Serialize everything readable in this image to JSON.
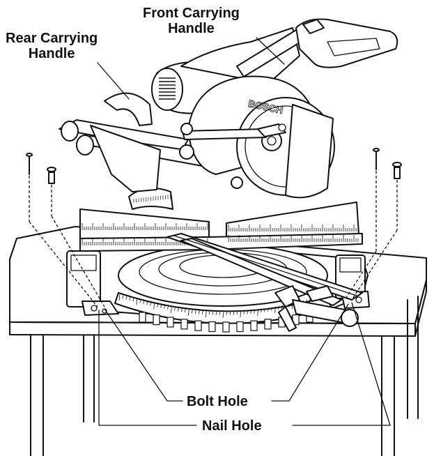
{
  "labels": {
    "front_handle_line1": "Front Carrying",
    "front_handle_line2": "Handle",
    "rear_handle_line1": "Rear Carrying",
    "rear_handle_line2": "Handle",
    "bolt_hole": "Bolt Hole",
    "nail_hole": "Nail Hole",
    "brand": "BOSCH"
  }
}
